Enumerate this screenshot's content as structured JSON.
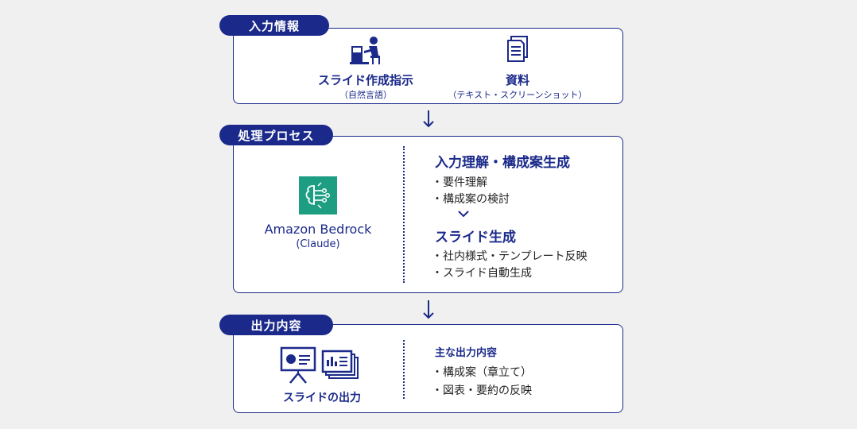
{
  "colors": {
    "navy": "#1b2a8a",
    "bedrock_green": "#1d9e83",
    "background": "#f0f0f0"
  },
  "input_section": {
    "tab_label": "入力情報",
    "left": {
      "icon": "person-at-desk-icon",
      "title": "スライド作成指示",
      "subtitle": "（自然言語）"
    },
    "right": {
      "icon": "document-icon",
      "title": "資料",
      "subtitle": "（テキスト・スクリーンショット）"
    }
  },
  "process_section": {
    "tab_label": "処理プロセス",
    "engine": {
      "icon": "bedrock-brain-icon",
      "name": "Amazon Bedrock",
      "model": "(Claude)"
    },
    "step1": {
      "heading": "入力理解・構成案生成",
      "bullets": [
        "・要件理解",
        "・構成案の検討"
      ]
    },
    "step2": {
      "heading": "スライド生成",
      "bullets": [
        "・社内様式・テンプレート反映",
        "・スライド自動生成"
      ]
    }
  },
  "output_section": {
    "tab_label": "出力内容",
    "left": {
      "icon": "presentation-slides-icon",
      "title": "スライドの出力"
    },
    "right": {
      "heading": "主な出力内容",
      "bullets": [
        "・構成案（章立て）",
        "・図表・要約の反映"
      ]
    }
  }
}
